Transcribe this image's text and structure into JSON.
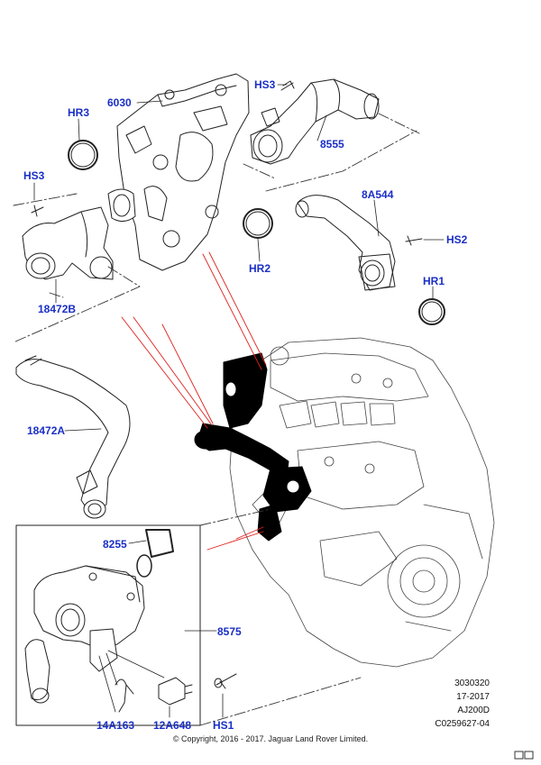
{
  "labels": {
    "hr3": "HR3",
    "c6030": "6030",
    "hs3_top": "HS3",
    "c8555": "8555",
    "hs3_left": "HS3",
    "c8a544": "8A544",
    "hs2": "HS2",
    "hr2": "HR2",
    "hr1": "HR1",
    "c18472b": "18472B",
    "c18472a": "18472A",
    "c8255": "8255",
    "c8575": "8575",
    "c14a163": "14A163",
    "c12a648": "12A648",
    "hs1": "HS1"
  },
  "meta": {
    "line1": "3030320",
    "line2": "17-2017",
    "line3": "AJ200D",
    "line4": "C0259627-04"
  },
  "copyright": "© Copyright, 2016 - 2017. Jaguar Land Rover Limited.",
  "colors": {
    "label": "#1a2fc6",
    "leader_red": "#e0201c",
    "line": "#222222",
    "highlight": "#000000"
  }
}
